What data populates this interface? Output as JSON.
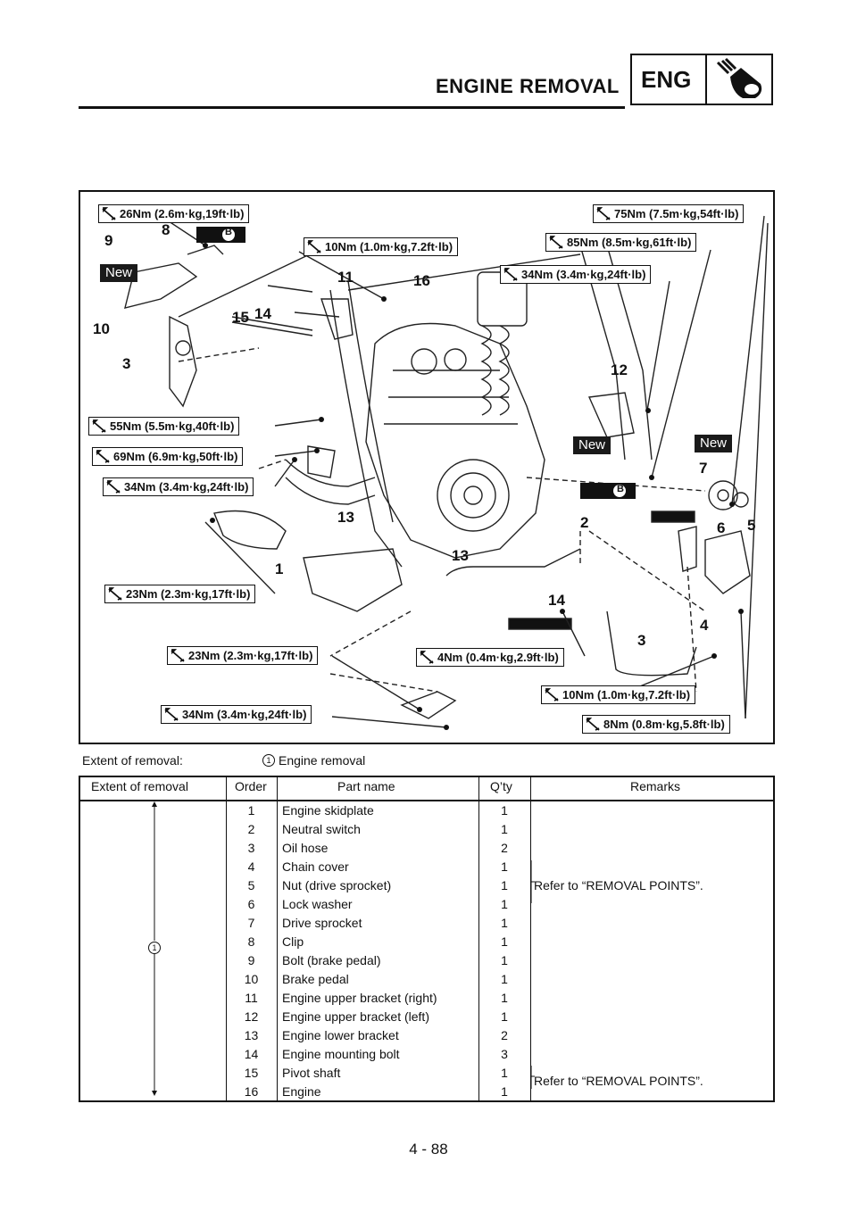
{
  "header": {
    "title": "ENGINE REMOVAL",
    "section": "ENG"
  },
  "diagram": {
    "torques": {
      "t1": "26Nm (2.6m·kg,19ft·lb)",
      "t2": "10Nm (1.0m·kg,7.2ft·lb)",
      "t3": "75Nm (7.5m·kg,54ft·lb)",
      "t4": "85Nm (8.5m·kg,61ft·lb)",
      "t5": "34Nm (3.4m·kg,24ft·lb)",
      "t6": "55Nm (5.5m·kg,40ft·lb)",
      "t7": "69Nm (6.9m·kg,50ft·lb)",
      "t8": "34Nm (3.4m·kg,24ft·lb)",
      "t9": "23Nm (2.3m·kg,17ft·lb)",
      "t10": "23Nm (2.3m·kg,17ft·lb)",
      "t11": "4Nm (0.4m·kg,2.9ft·lb)",
      "t12": "10Nm (1.0m·kg,7.2ft·lb)",
      "t13": "34Nm (3.4m·kg,24ft·lb)",
      "t14": "8Nm (0.8m·kg,5.8ft·lb)"
    },
    "new_label": "New",
    "grease_label": "B",
    "callouts": [
      "1",
      "2",
      "3",
      "4",
      "5",
      "6",
      "7",
      "8",
      "9",
      "10",
      "11",
      "12",
      "13",
      "14",
      "15",
      "16"
    ]
  },
  "extent": {
    "label": "Extent of removal:",
    "marker": "1",
    "value": "Engine removal"
  },
  "table": {
    "headers": {
      "extent": "Extent of removal",
      "order": "Order",
      "part": "Part name",
      "qty": "Q’ty",
      "remarks": "Remarks"
    },
    "extent_marker": "1",
    "rows": [
      {
        "order": "1",
        "part": "Engine skidplate",
        "qty": "1"
      },
      {
        "order": "2",
        "part": "Neutral switch",
        "qty": "1"
      },
      {
        "order": "3",
        "part": "Oil hose",
        "qty": "2"
      },
      {
        "order": "4",
        "part": "Chain cover",
        "qty": "1"
      },
      {
        "order": "5",
        "part": "Nut (drive sprocket)",
        "qty": "1"
      },
      {
        "order": "6",
        "part": "Lock washer",
        "qty": "1"
      },
      {
        "order": "7",
        "part": "Drive sprocket",
        "qty": "1"
      },
      {
        "order": "8",
        "part": "Clip",
        "qty": "1"
      },
      {
        "order": "9",
        "part": "Bolt (brake pedal)",
        "qty": "1"
      },
      {
        "order": "10",
        "part": "Brake pedal",
        "qty": "1"
      },
      {
        "order": "11",
        "part": "Engine upper bracket (right)",
        "qty": "1"
      },
      {
        "order": "12",
        "part": "Engine upper bracket (left)",
        "qty": "1"
      },
      {
        "order": "13",
        "part": "Engine lower bracket",
        "qty": "2"
      },
      {
        "order": "14",
        "part": "Engine mounting bolt",
        "qty": "3"
      },
      {
        "order": "15",
        "part": "Pivot shaft",
        "qty": "1"
      },
      {
        "order": "16",
        "part": "Engine",
        "qty": "1"
      }
    ],
    "remark_1": "Refer to “REMOVAL POINTS”.",
    "remark_2": "Refer to “REMOVAL POINTS”."
  },
  "footer": {
    "page": "4 - 88"
  }
}
